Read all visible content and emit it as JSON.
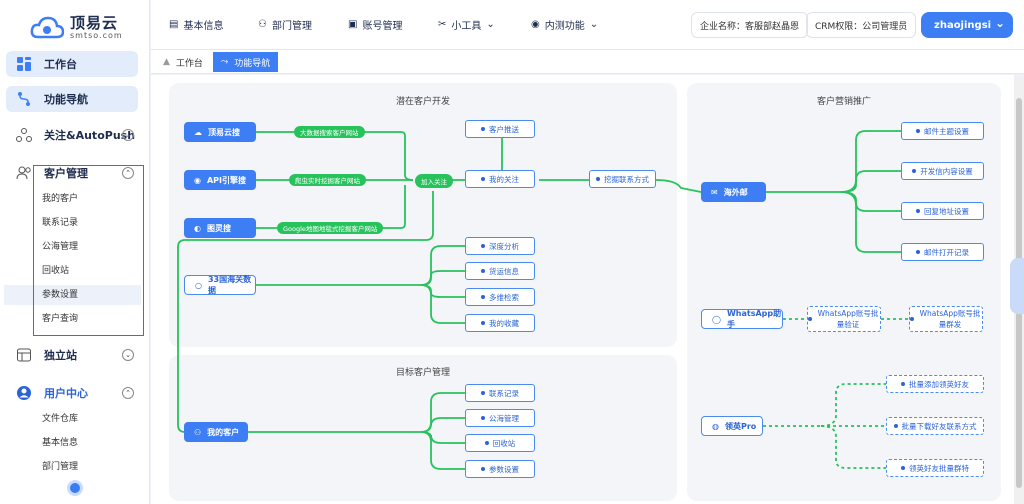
{
  "brand": {
    "name": "顶易云",
    "domain": "smtso.com"
  },
  "sidebar": {
    "workbench": "工作台",
    "func_nav": "功能导航",
    "follow": "关注&AutoPush",
    "customer_mgmt": "客户管理",
    "customer_items": [
      "我的客户",
      "联系记录",
      "公海管理",
      "回收站",
      "参数设置",
      "客户查询"
    ],
    "standalone": "独立站",
    "user_center": "用户中心",
    "user_items": [
      "文件仓库",
      "基本信息",
      "部门管理"
    ]
  },
  "topbar": {
    "basic_info": "基本信息",
    "dept_mgmt": "部门管理",
    "account_mgmt": "账号管理",
    "tools": "小工具",
    "beta": "内测功能",
    "company": "企业名称：客服部赵晶恩",
    "crm_perm": "CRM权限：公司管理员",
    "user": "zhaojingsi"
  },
  "tabs": [
    "工作台",
    "功能导航"
  ],
  "map": {
    "panel1_title": "潜在客户开发",
    "panel2_title": "客户营销推广",
    "panel3_title": "目标客户管理",
    "sources": [
      "顶易云搜",
      "API引擎搜",
      "图灵搜"
    ],
    "source_tags": [
      "大数据搜索客户网站",
      "爬虫实时挖掘客户网站",
      "Google地图地毯式挖掘客户网站"
    ],
    "join_label": "加入关注",
    "push": "客户推送",
    "my_follow": "我的关注",
    "dig": "挖掘联系方式",
    "customs": "33国海关数据",
    "customs_items": [
      "深度分析",
      "货运信息",
      "多维检索",
      "我的收藏"
    ],
    "marketing_hub": "海外邮",
    "mail_items": [
      "邮件主题设置",
      "开发信内容设置",
      "回复地址设置",
      "邮件打开记录"
    ],
    "whatsapp": "WhatsApp助手",
    "whatsapp_items": [
      "WhatsApp账号批量验证",
      "WhatsApp账号批量群发"
    ],
    "lingying": "领英Pro",
    "lingying_items": [
      "批量添加领英好友",
      "批量下载好友联系方式",
      "领英好友批量群特"
    ],
    "my_customers": "我的客户",
    "customer_mgmt_items": [
      "联系记录",
      "公海管理",
      "回收站",
      "参数设置"
    ]
  },
  "colors": {
    "accent": "#3e7ef4",
    "green": "#27c25c",
    "highlight_box": "#e53935"
  }
}
